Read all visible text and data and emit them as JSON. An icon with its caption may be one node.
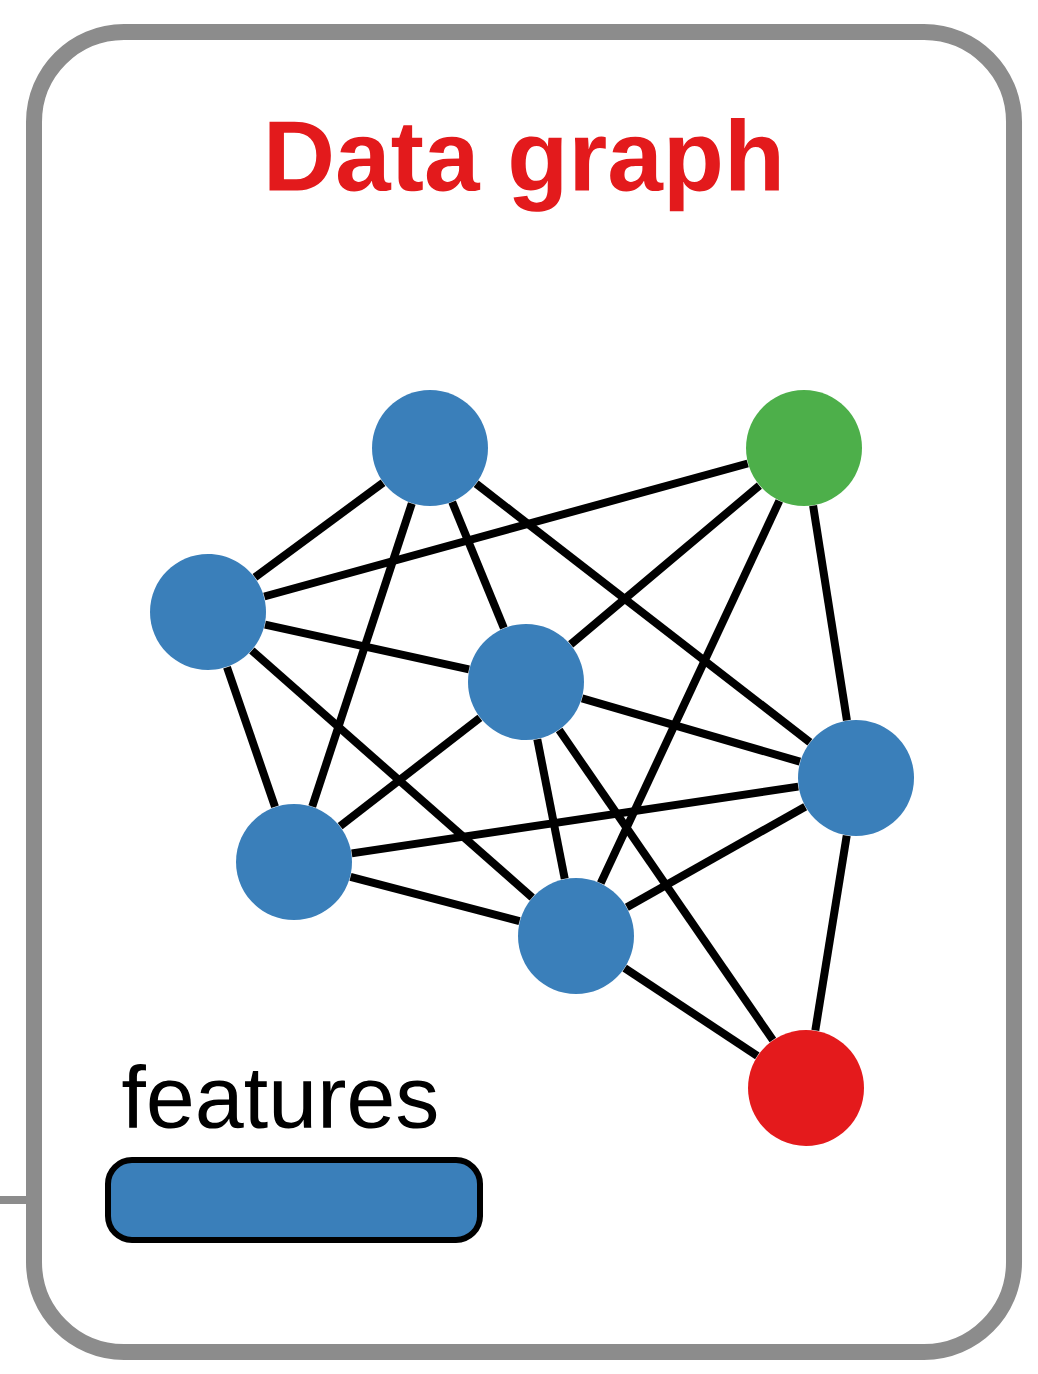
{
  "diagram": {
    "nodes": [
      {
        "text": [
          "Data graph"
        ]
      },
      {
        "text": [],
        "shape": "circle",
        "in": 0
      },
      {
        "text": [],
        "shape": "circle",
        "in": 0
      },
      {
        "text": [],
        "shape": "circle",
        "in": 0
      },
      {
        "text": [],
        "shape": "circle",
        "in": 0
      },
      {
        "text": [],
        "shape": "circle",
        "in": 0
      },
      {
        "text": [],
        "shape": "circle",
        "in": 0
      },
      {
        "text": [],
        "shape": "circle",
        "in": 0
      },
      {
        "text": [],
        "shape": "circle",
        "in": 0
      },
      {
        "text": [
          "features"
        ],
        "in": 0
      }
    ],
    "edges": [
      {
        "from": 1,
        "to": 3,
        "arrow": "none"
      },
      {
        "from": 1,
        "to": 6,
        "arrow": "none"
      },
      {
        "from": 1,
        "to": 4,
        "arrow": "none"
      },
      {
        "from": 1,
        "to": 5,
        "arrow": "none"
      },
      {
        "from": 3,
        "to": 2,
        "arrow": "none"
      },
      {
        "from": 3,
        "to": 4,
        "arrow": "none"
      },
      {
        "from": 3,
        "to": 6,
        "arrow": "none"
      },
      {
        "from": 3,
        "to": 7,
        "arrow": "none"
      },
      {
        "from": 2,
        "to": 4,
        "arrow": "none"
      },
      {
        "from": 2,
        "to": 7,
        "arrow": "none"
      },
      {
        "from": 2,
        "to": 5,
        "arrow": "none"
      },
      {
        "from": 4,
        "to": 6,
        "arrow": "none"
      },
      {
        "from": 4,
        "to": 5,
        "arrow": "none"
      },
      {
        "from": 4,
        "to": 7,
        "arrow": "none"
      },
      {
        "from": 4,
        "to": 8,
        "arrow": "none"
      },
      {
        "from": 6,
        "to": 5,
        "arrow": "none"
      },
      {
        "from": 6,
        "to": 7,
        "arrow": "none"
      },
      {
        "from": 7,
        "to": 5,
        "arrow": "none"
      },
      {
        "from": 7,
        "to": 8,
        "arrow": "none"
      },
      {
        "from": 5,
        "to": 8,
        "arrow": "none"
      },
      {
        "from": null,
        "to": 0,
        "arrow": "none",
        "color": "#8c8c8c"
      }
    ]
  }
}
